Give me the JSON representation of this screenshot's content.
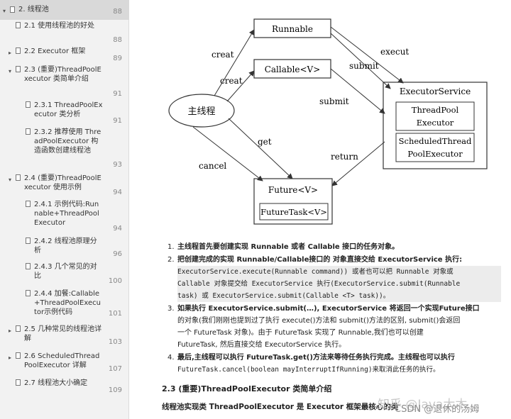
{
  "toc": {
    "items": [
      {
        "label": "2. 线程池",
        "page": "88",
        "level": 0,
        "arrow": "▾",
        "active": true
      },
      {
        "label": "2.1 使用线程池的好处",
        "page": "88",
        "level": 1
      },
      {
        "label": "2.2 Executor 框架",
        "page": "89",
        "level": 1,
        "arrow": "▸"
      },
      {
        "label": "2.3 (重要)ThreadPoolExecutor 类简单介绍",
        "page": "91",
        "level": 1,
        "arrow": "▾"
      },
      {
        "label": "2.3.1 ThreadPoolExecutor 类分析",
        "page": "91",
        "level": 2
      },
      {
        "label": "2.3.2 推荐使用 ThreadPoolExecutor 构造函数创建线程池",
        "page": "93",
        "level": 2
      },
      {
        "label": "2.4 (重要)ThreadPoolExecutor 使用示例",
        "page": "94",
        "level": 1,
        "arrow": "▾"
      },
      {
        "label": "2.4.1 示例代码:Runnable+ThreadPoolExecutor",
        "page": "94",
        "level": 2
      },
      {
        "label": "2.4.2 线程池原理分析",
        "page": "96",
        "level": 2
      },
      {
        "label": "2.4.3 几个常见的对比",
        "page": "100",
        "level": 2
      },
      {
        "label": "2.4.4 加餐:Callable+ThreadPoolExecutor示例代码",
        "page": "101",
        "level": 2
      },
      {
        "label": "2.5 几种常见的线程池详解",
        "page": "103",
        "level": 1,
        "arrow": "▸"
      },
      {
        "label": "2.6 ScheduledThreadPoolExecutor 详解",
        "page": "107",
        "level": 1,
        "arrow": "▸"
      },
      {
        "label": "2.7 线程池大小确定",
        "page": "109",
        "level": 1
      }
    ]
  },
  "diagram": {
    "main_thread": "主线程",
    "runnable": "Runnable",
    "callable": "Callable<V>",
    "executor_service": "ExecutorService",
    "thread_pool_executor_1": "ThreadPool",
    "thread_pool_executor_2": "Executor",
    "scheduled_1": "ScheduledThread",
    "scheduled_2": "PoolExecutor",
    "future": "Future<V>",
    "future_task": "FutureTask<V>",
    "edge_create_1": "creat",
    "edge_create_2": "creat",
    "edge_get": "get",
    "edge_cancel": "cancel",
    "edge_execut": "execut",
    "edge_submit_1": "submit",
    "edge_submit_2": "submit",
    "edge_return": "return"
  },
  "steps": {
    "s1": {
      "num": "1.",
      "text": "主线程首先要创建实现 Runnable 或者 Callable 接口的任务对象。"
    },
    "s2": {
      "num": "2.",
      "l1": "把创建完成的实现 Runnable/Callable接口的 对象直接交给 ExecutorService 执行:",
      "l2": "ExecutorService.execute(Runnable command)) 或者也可以把 Runnable 对象或",
      "l3": "Callable 对象提交给 ExecutorService 执行(ExecutorService.submit(Runnable",
      "l4": "task) 或 ExecutorService.submit(Callable <T> task))。"
    },
    "s3": {
      "num": "3.",
      "l1": "如果执行 ExecutorService.submit(…), ExecutorService 将返回一个实现Future接口",
      "l2": "的对象(我们刚刚也提到过了执行 execute()方法和 submit()方法的区别, submit()会返回",
      "l3": "一个 FutureTask 对象)。由于 FutureTask 实现了 Runnable,我们也可以创建",
      "l4": "FutureTask, 然后直接交给 ExecutorService 执行。"
    },
    "s4": {
      "num": "4.",
      "l1": "最后,主线程可以执行 FutureTask.get()方法来等待任务执行完成。主线程也可以执行",
      "l2": "FutureTask.cancel(boolean mayInterruptIfRunning)来取消此任务的执行。"
    }
  },
  "section": {
    "title": "2.3 (重要)ThreadPoolExecutor 类简单介绍",
    "body": "线程池实现类 ThreadPoolExecutor 是 Executor 框架最核心的类"
  },
  "watermark": {
    "zhihu": "知乎 @Java大木",
    "csdn": "CSDN @退休的汤姆"
  }
}
